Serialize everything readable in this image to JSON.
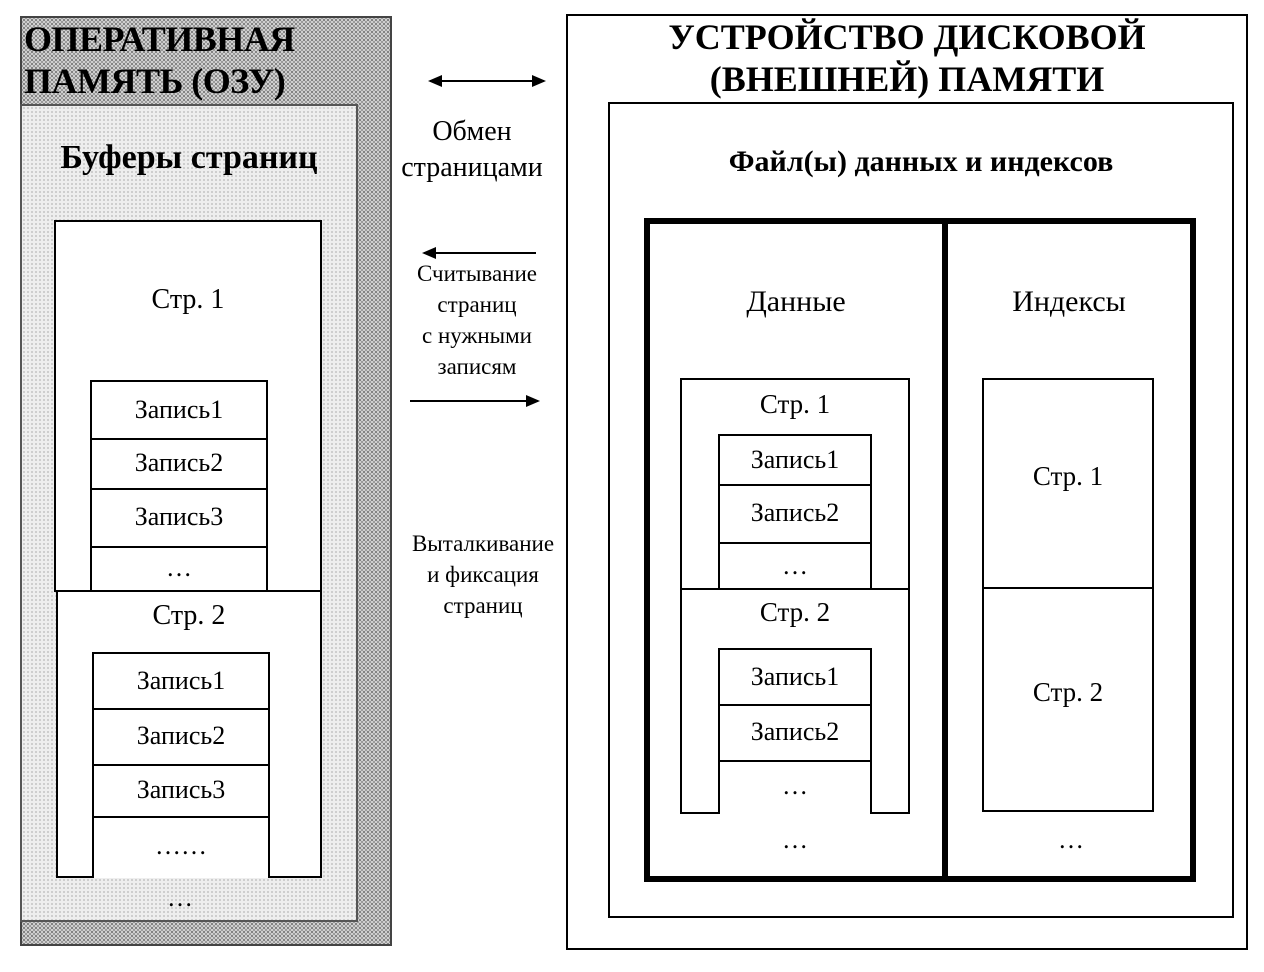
{
  "ram": {
    "title_line1": "ОПЕРАТИВНАЯ",
    "title_line2": "ПАМЯТЬ (ОЗУ)",
    "buffers_title": "Буферы страниц",
    "page1": {
      "label": "Стр. 1",
      "records": [
        "Запись1",
        "Запись2",
        "Запись3",
        "…"
      ]
    },
    "page2": {
      "label": "Стр. 2",
      "records": [
        "Запись1",
        "Запись2",
        "Запись3",
        "……"
      ]
    },
    "more": "…"
  },
  "exchange": {
    "title_line1": "Обмен",
    "title_line2": "страницами",
    "read_lines": [
      "Считывание",
      "страниц",
      "с нужными",
      "записям"
    ],
    "flush_lines": [
      "Выталкивание",
      "и фиксация",
      "страниц"
    ]
  },
  "disk": {
    "title_line1": "УСТРОЙСТВО ДИСКОВОЙ",
    "title_line2": "(ВНЕШНЕЙ) ПАМЯТИ",
    "files_title": "Файл(ы) данных и индексов",
    "data": {
      "title": "Данные",
      "page1": {
        "label": "Стр. 1",
        "records": [
          "Запись1",
          "Запись2",
          "…"
        ]
      },
      "page2": {
        "label": "Стр. 2",
        "records": [
          "Запись1",
          "Запись2",
          "…"
        ]
      },
      "more": "…"
    },
    "indexes": {
      "title": "Индексы",
      "page1_label": "Стр. 1",
      "page2_label": "Стр. 2",
      "more": "…"
    }
  }
}
